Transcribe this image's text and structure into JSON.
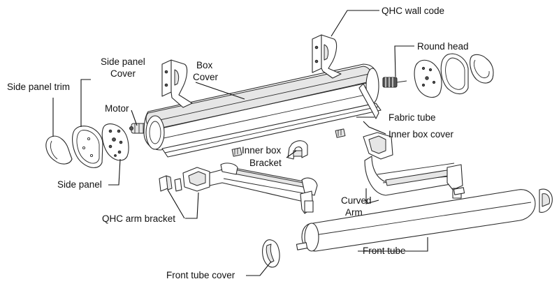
{
  "labels": {
    "qhc_wall_code": "QHC wall code",
    "round_head": "Round head",
    "side_panel_cover_1": "Side panel",
    "side_panel_cover_2": "Cover",
    "box_cover_1": "Box",
    "box_cover_2": "Cover",
    "side_panel_trim": "Side panel trim",
    "motor": "Motor",
    "fabric_tube": "Fabric tube",
    "inner_box_cover": "Inner box cover",
    "inner_box_bracket_1": "Inner box",
    "inner_box_bracket_2": "Bracket",
    "side_panel": "Side panel",
    "curved_arm_1": "Curved",
    "curved_arm_2": "Arm",
    "qhc_arm_bracket": "QHC arm bracket",
    "front_tube": "Front tube",
    "front_tube_cover": "Front tube cover"
  },
  "colors": {
    "line": "#2a2a2a",
    "fill": "#ffffff",
    "shade": "#e6e6e6",
    "dark": "#555555"
  }
}
